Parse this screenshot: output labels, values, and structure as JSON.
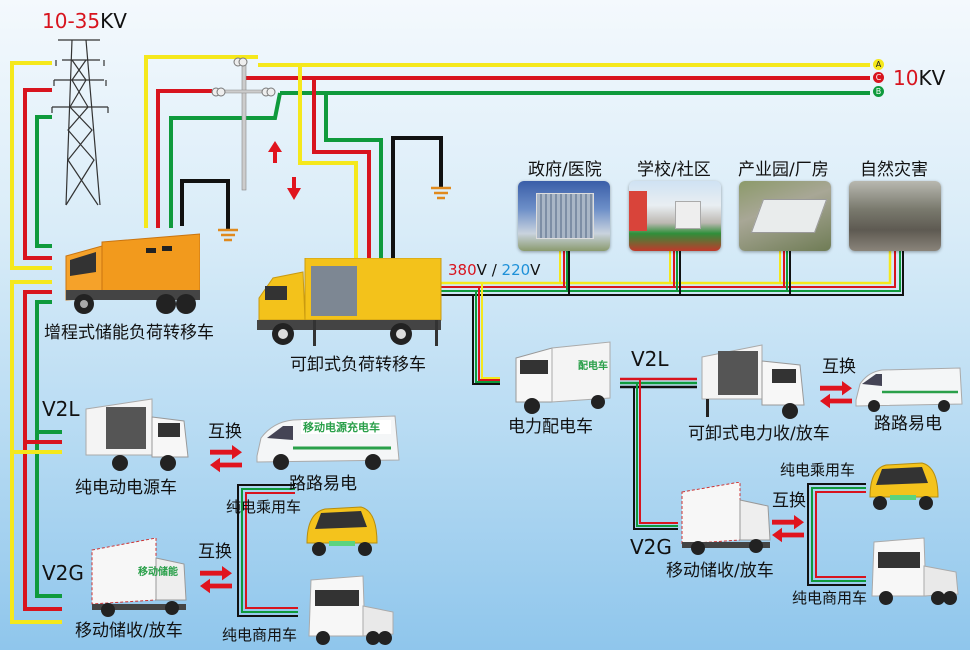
{
  "colors": {
    "phase_a": "#f5e81c",
    "phase_b": "#0f9a3c",
    "phase_c": "#d8141e",
    "neutral": "#111111",
    "ground": "#e08a1e",
    "voltage_red": "#d8141e",
    "voltage_blue": "#1e90d8",
    "arrow": "#e0141e"
  },
  "header": {
    "hv_voltage_number": "10-35",
    "hv_voltage_unit": "KV",
    "mv_voltage_number": "10",
    "mv_voltage_unit": "KV",
    "phases": [
      {
        "label": "A",
        "color": "#f5e81c"
      },
      {
        "label": "C",
        "color": "#d8141e"
      },
      {
        "label": "B",
        "color": "#0f9a3c"
      }
    ]
  },
  "lv_bus": {
    "v380": "380",
    "v220": "220",
    "unit": "V",
    "separator": "/"
  },
  "loads": [
    {
      "label": "政府/医院",
      "icon": "government-hospital-photo"
    },
    {
      "label": "学校/社区",
      "icon": "school-community-photo"
    },
    {
      "label": "产业园/厂房",
      "icon": "industrial-park-photo"
    },
    {
      "label": "自然灾害",
      "icon": "natural-disaster-photo"
    }
  ],
  "vehicles": {
    "range_extended_truck": "增程式储能负荷转移车",
    "detachable_truck": "可卸式负荷转移车",
    "distribution_truck": "电力配电车",
    "electric_power_truck": "纯电动电源车",
    "mobile_storage_left": "移动储收/放车",
    "detachable_charge_truck": "可卸式电力收/放车",
    "mobile_storage_right": "移动储收/放车",
    "van_left": "路路易电",
    "van_right": "路路易电",
    "van_banner": "移动电源充电车",
    "passenger_ev_left": "纯电乘用车",
    "commercial_ev_left": "纯电商用车",
    "passenger_ev_right": "纯电乘用车",
    "commercial_ev_right": "纯电商用车",
    "truck_badge_distribution": "配电车",
    "truck_badge_storage": "移动储能"
  },
  "modes": {
    "v2l": "V2L",
    "v2g": "V2G",
    "exchange": "互换"
  }
}
